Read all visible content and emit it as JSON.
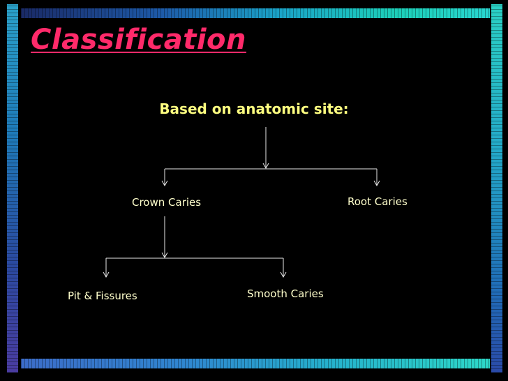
{
  "slide": {
    "title": "Classification",
    "subtitle": "Based on anatomic site:",
    "nodes": {
      "crown": "Crown Caries",
      "root": "Root Caries",
      "pit": "Pit & Fissures",
      "smooth": "Smooth Caries"
    }
  },
  "colors": {
    "background": "#000000",
    "title": "#ff2a6a",
    "subtitle": "#ffff80",
    "node_text": "#ffffcc",
    "connector": "#e8e8e8"
  }
}
